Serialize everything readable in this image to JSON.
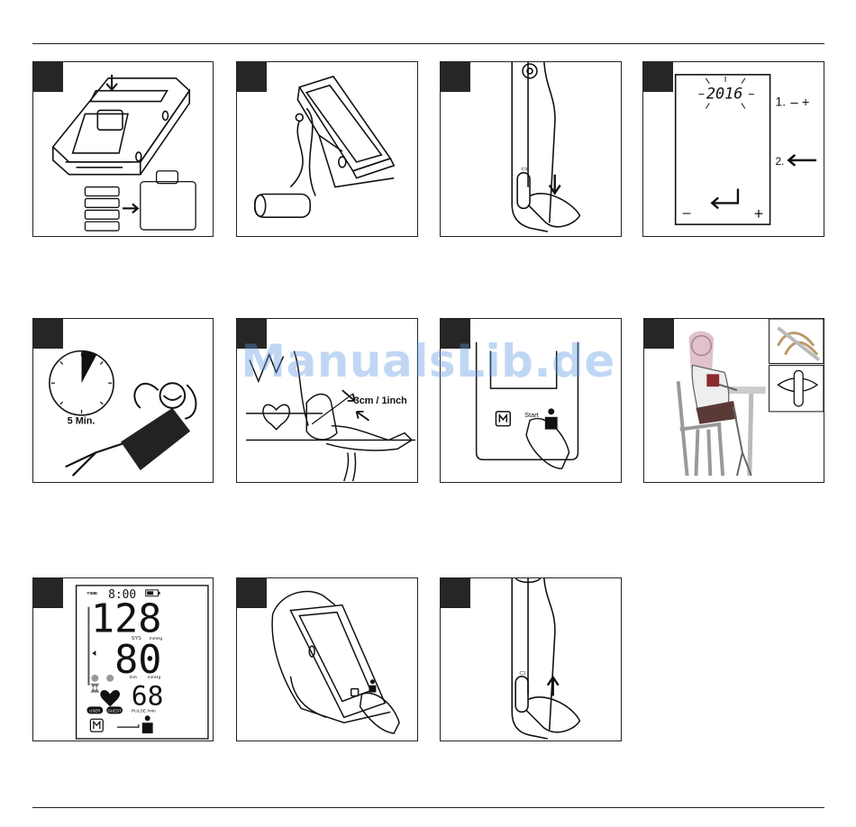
{
  "panels": {
    "clock_settings": {
      "year": "2016",
      "step1": "1.",
      "step1_symbols": "–  +",
      "step2": "2.",
      "minus": "–",
      "plus": "+"
    },
    "rest": {
      "duration_label": "5 Min."
    },
    "cuff": {
      "distance_label": "3cm / 1inch"
    },
    "start": {
      "start_label": "Start"
    },
    "result": {
      "time_label": "TIME",
      "time_value": "8:00",
      "systolic": "128",
      "sys_label": "SYS",
      "sys_unit": "mmHg",
      "diastolic": "80",
      "dia_label": "DIA",
      "dia_unit": "mmHg",
      "pulse": "68",
      "pulse_label": "PULSE /min",
      "badge1": "USER",
      "badge2": "GUEST"
    }
  },
  "watermark": "ManualsLib.de"
}
